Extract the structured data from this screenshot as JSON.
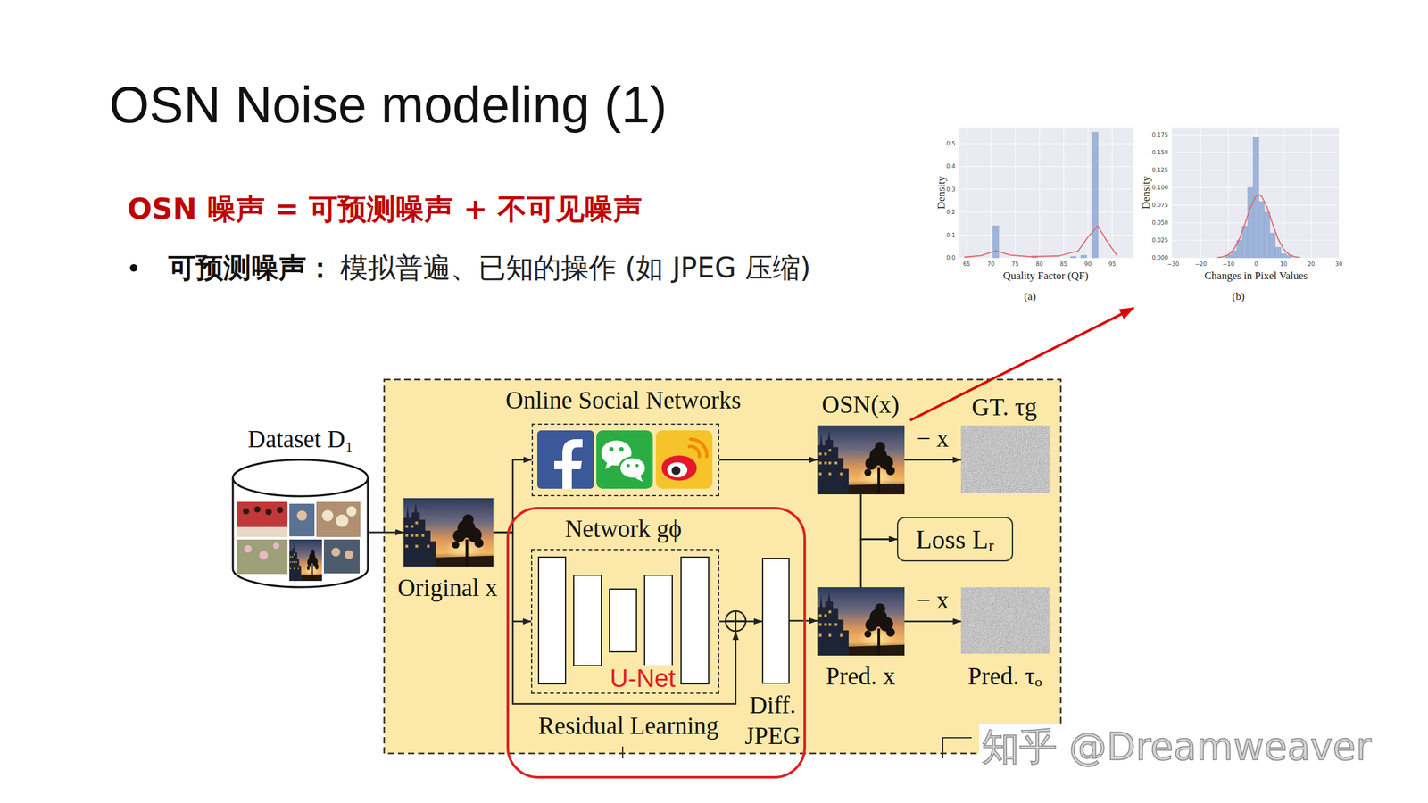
{
  "diagram": {
    "title": "OSN Noise modeling (1)",
    "nodes": [
      {
        "text": [
          "Dataset D₁"
        ]
      },
      {
        "text": [
          "Original x"
        ]
      },
      {
        "text": [
          "Online Social Networks"
        ]
      },
      {
        "text": [
          "OSN(x)"
        ]
      },
      {
        "text": [
          "GT. τg"
        ]
      },
      {
        "text": [
          "Loss Lᵣ"
        ]
      },
      {
        "text": [
          "Residual Learning"
        ]
      },
      {
        "text": [
          "Network gϕ",
          "U-Net"
        ],
        "in": 6
      },
      {
        "text": [
          "Diff. JPEG"
        ],
        "in": 6
      },
      {
        "text": [
          "Pred. x"
        ]
      },
      {
        "text": [
          "Pred. τₒ"
        ]
      }
    ],
    "edges": [
      {
        "from": 0,
        "to": 1,
        "arrow": "to"
      },
      {
        "from": 1,
        "to": 2,
        "arrow": "to"
      },
      {
        "from": 1,
        "to": 7,
        "arrow": "to"
      },
      {
        "from": 2,
        "to": 3,
        "arrow": "to"
      },
      {
        "from": 3,
        "to": 4,
        "arrow": "to",
        "label": "− x"
      },
      {
        "from": 7,
        "to": 8,
        "arrow": "to"
      },
      {
        "from": 8,
        "to": 9,
        "arrow": "to"
      },
      {
        "from": 9,
        "to": 10,
        "arrow": "to",
        "label": "− x"
      },
      {
        "from": 3,
        "to": 5,
        "arrow": "to"
      },
      {
        "from": 9,
        "to": 5,
        "arrow": "to"
      }
    ],
    "labels": [
      "OSN 噪声 = 可预测噪声 + 不可见噪声",
      "可预测噪声：",
      "模拟普遍、已知的操作 (如 JPEG 压缩)",
      "0.5",
      "0.4",
      "0.3",
      "0.2",
      "0.1",
      "0.0",
      "65",
      "70",
      "75",
      "80",
      "85",
      "90",
      "95",
      "Density",
      "Quality Factor (QF)",
      "(a)",
      "0.175",
      "0.150",
      "0.125",
      "0.100",
      "0.075",
      "0.050",
      "0.025",
      "0.000",
      "−30",
      "−20",
      "−10",
      "0",
      "10",
      "20",
      "30",
      "Density",
      "Changes in Pixel Values",
      "(b)",
      "知乎 @Dreamweaver"
    ]
  }
}
